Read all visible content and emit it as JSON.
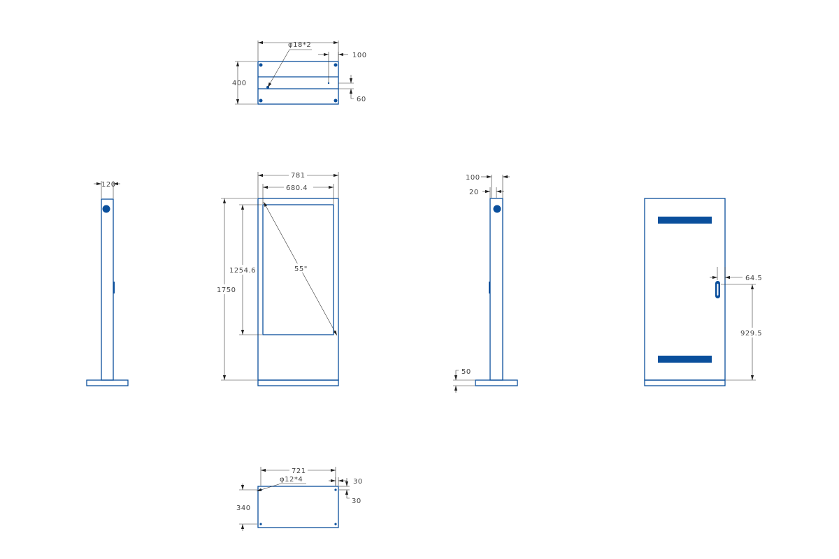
{
  "colors": {
    "part": "#0a4f9c",
    "dimension": "#333333",
    "text": "#444444",
    "background": "#ffffff"
  },
  "top_view": {
    "holes": "φ18*2",
    "width_offset": "100",
    "depth": "400",
    "inset": "60"
  },
  "left_side_view": {
    "thickness": "120"
  },
  "front_view": {
    "width": "781",
    "screen_width": "680.4",
    "screen_height": "1254.6",
    "height": "1750",
    "diagonal": "55\""
  },
  "right_side_view": {
    "depth": "100",
    "offset": "20",
    "base_height": "50"
  },
  "rear_view": {
    "handle_offset": "64.5",
    "handle_height": "929.5"
  },
  "base_view": {
    "width": "721",
    "holes": "φ12*4",
    "hole_offset_x": "30",
    "hole_offset_y": "30",
    "depth": "340"
  }
}
